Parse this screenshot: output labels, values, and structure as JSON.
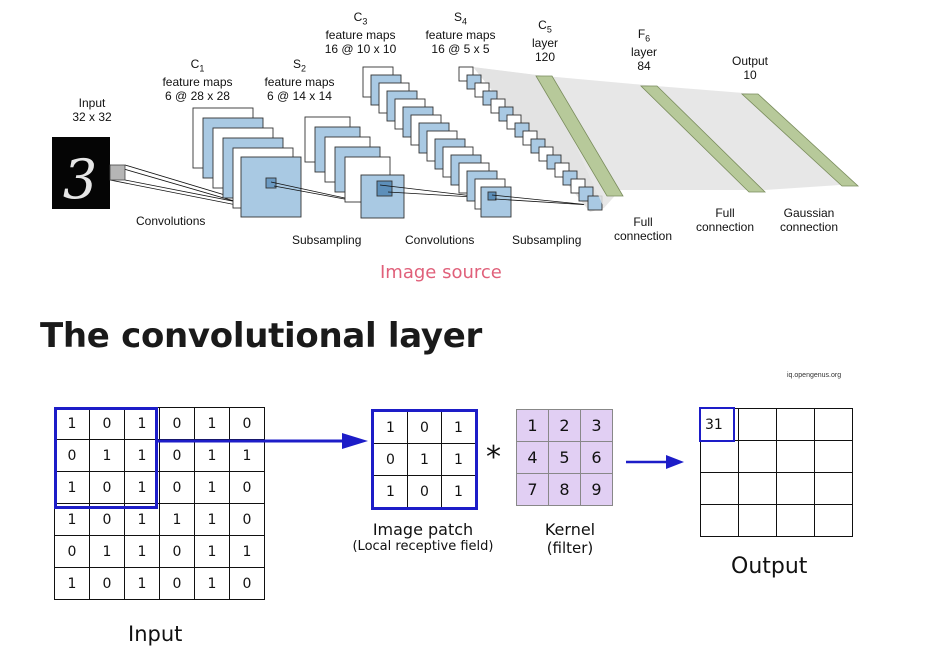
{
  "lenet": {
    "input_title": "Input",
    "input_size": "32 x 32",
    "c1_name": "C",
    "c1_sub": "1",
    "c1_line2": "feature maps",
    "c1_line3": "6 @ 28 x 28",
    "s2_name": "S",
    "s2_sub": "2",
    "s2_line2": "feature maps",
    "s2_line3": "6 @ 14 x 14",
    "c3_name": "C",
    "c3_sub": "3",
    "c3_line2": "feature maps",
    "c3_line3": "16 @ 10 x 10",
    "s4_name": "S",
    "s4_sub": "4",
    "s4_line2": "feature maps",
    "s4_line3": "16 @ 5 x 5",
    "c5_name": "C",
    "c5_sub": "5",
    "c5_line2": "layer",
    "c5_line3": "120",
    "f6_name": "F",
    "f6_sub": "6",
    "f6_line2": "layer",
    "f6_line3": "84",
    "out_line1": "Output",
    "out_line2": "10",
    "op_convolutions_1": "Convolutions",
    "op_subsampling_1": "Subsampling",
    "op_convolutions_2": "Convolutions",
    "op_subsampling_2": "Subsampling",
    "op_full_1a": "Full",
    "op_full_1b": "connection",
    "op_full_2a": "Full",
    "op_full_2b": "connection",
    "op_gauss_a": "Gaussian",
    "op_gauss_b": "connection",
    "digit": "3"
  },
  "image_source_link": "Image source",
  "section_heading": "The convolutional layer",
  "credit": "iq.opengenus.org",
  "colors": {
    "feature_map_fill": "#a9c9e3",
    "feature_map_stroke": "#333333",
    "fc_bar_fill": "#b7c99a",
    "highlight_blue": "#1d1dc8",
    "kernel_fill": "#e1cff3",
    "link_pink": "#e0607a"
  },
  "conv_example": {
    "input_matrix": [
      [
        "1",
        "0",
        "1",
        "0",
        "1",
        "0"
      ],
      [
        "0",
        "1",
        "1",
        "0",
        "1",
        "1"
      ],
      [
        "1",
        "0",
        "1",
        "0",
        "1",
        "0"
      ],
      [
        "1",
        "0",
        "1",
        "1",
        "1",
        "0"
      ],
      [
        "0",
        "1",
        "1",
        "0",
        "1",
        "1"
      ],
      [
        "1",
        "0",
        "1",
        "0",
        "1",
        "0"
      ]
    ],
    "patch_matrix": [
      [
        "1",
        "0",
        "1"
      ],
      [
        "0",
        "1",
        "1"
      ],
      [
        "1",
        "0",
        "1"
      ]
    ],
    "kernel_matrix": [
      [
        "1",
        "2",
        "3"
      ],
      [
        "4",
        "5",
        "6"
      ],
      [
        "7",
        "8",
        "9"
      ]
    ],
    "output_matrix": [
      [
        "31",
        "",
        "",
        ""
      ],
      [
        "",
        "",
        "",
        ""
      ],
      [
        "",
        "",
        "",
        ""
      ],
      [
        "",
        "",
        "",
        ""
      ]
    ],
    "operator_symbol": "*",
    "input_caption": "Input",
    "patch_caption_1": "Image patch",
    "patch_caption_2": "(Local receptive field)",
    "kernel_caption_1": "Kernel",
    "kernel_caption_2": "(filter)",
    "output_caption": "Output"
  }
}
